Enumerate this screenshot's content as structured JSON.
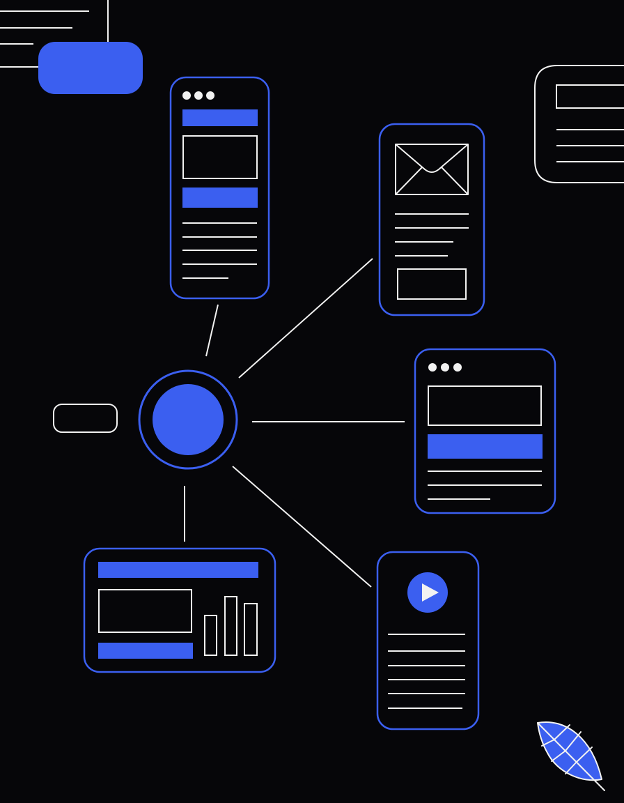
{
  "colors": {
    "background": "#060609",
    "accent": "#3b5ff0",
    "line": "#f2f2f2"
  },
  "hub": {
    "type": "node",
    "icon": "hub-circle-icon"
  },
  "cards": [
    {
      "name": "mobile-app-wireframe-card",
      "icon": "browser-dots-icon",
      "kind": "mobile-app"
    },
    {
      "name": "email-wireframe-card",
      "icon": "envelope-icon",
      "kind": "email"
    },
    {
      "name": "web-page-wireframe-card",
      "icon": "browser-dots-icon",
      "kind": "web-page"
    },
    {
      "name": "video-wireframe-card",
      "icon": "play-icon",
      "kind": "video"
    },
    {
      "name": "dashboard-wireframe-card",
      "icon": "bar-chart-icon",
      "kind": "dashboard"
    }
  ],
  "decorations": [
    "text-lines-decoration",
    "blue-pill-decoration",
    "partial-card-decoration",
    "small-pill-decoration",
    "leaf-icon"
  ],
  "labels": {}
}
